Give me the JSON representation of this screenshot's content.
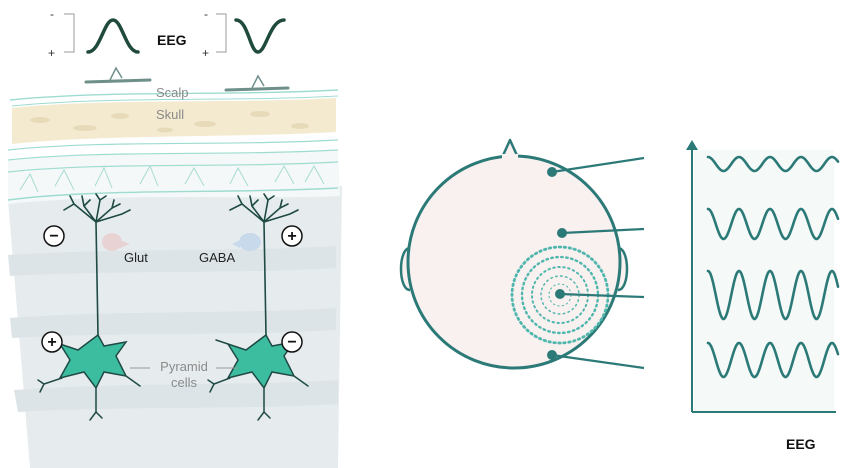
{
  "top": {
    "eeg_label": "EEG",
    "left_polarity": {
      "minus": "-",
      "plus": "+"
    },
    "right_polarity": {
      "minus": "-",
      "plus": "+"
    }
  },
  "layers": {
    "scalp": "Scalp",
    "skull": "Skull"
  },
  "neurons": {
    "left_transmitter": "Glut",
    "right_transmitter": "GABA",
    "caption_line1": "Pyramid",
    "caption_line2": "cells",
    "left_apical_sign": "−",
    "left_soma_sign": "+",
    "right_apical_sign": "+",
    "right_soma_sign": "−"
  },
  "eeg_panel": {
    "label": "EEG"
  },
  "colors": {
    "teal_dark": "#2c7a78",
    "teal_cell": "#3dbda0",
    "dendrite": "#1f4a45",
    "wave_dark": "#1f4a3c",
    "glut": "#e8d2d4",
    "gaba": "#c8d9ec",
    "scalp_line": "#9edcd0",
    "skull_fill": "#f3ead0",
    "cortex_bg": "#e6ecee",
    "head_fill": "#f9f0f0"
  }
}
